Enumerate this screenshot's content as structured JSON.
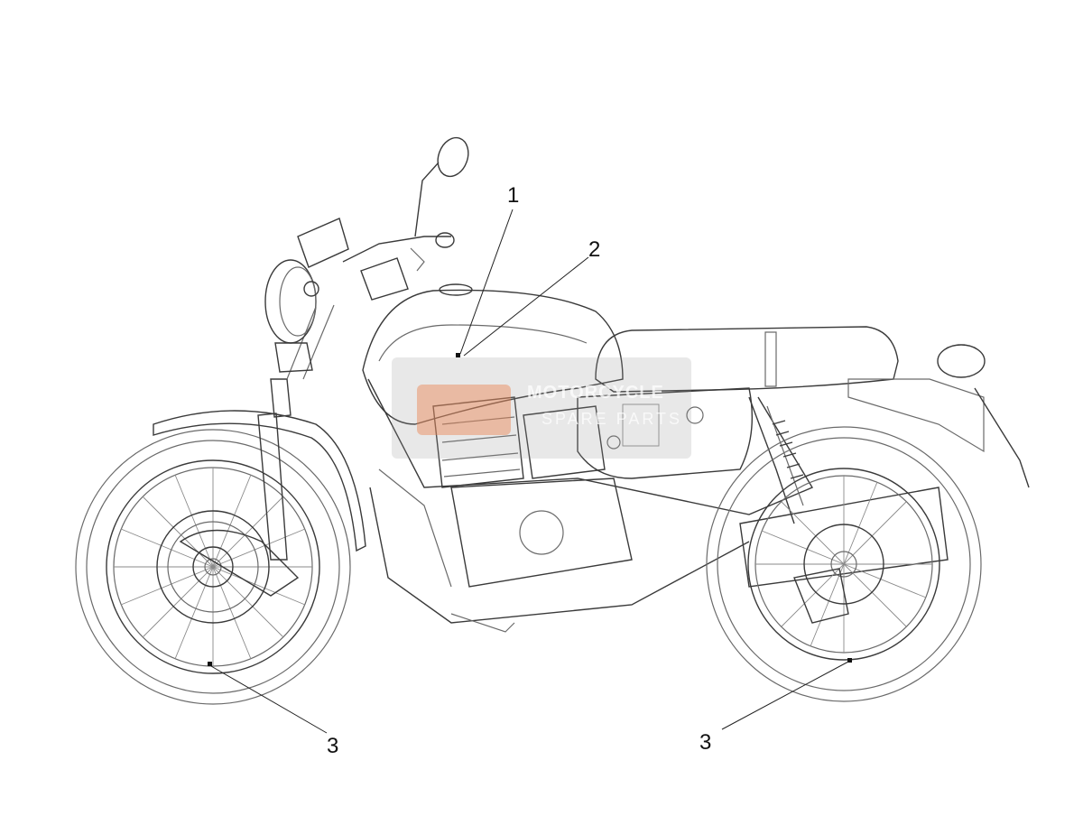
{
  "diagram": {
    "callouts": [
      {
        "id": "1",
        "label": "1"
      },
      {
        "id": "2",
        "label": "2"
      },
      {
        "id": "3a",
        "label": "3"
      },
      {
        "id": "3b",
        "label": "3"
      }
    ]
  },
  "watermark": {
    "line1": "MOTORCYCLE",
    "line2": "SPARE PARTS"
  }
}
